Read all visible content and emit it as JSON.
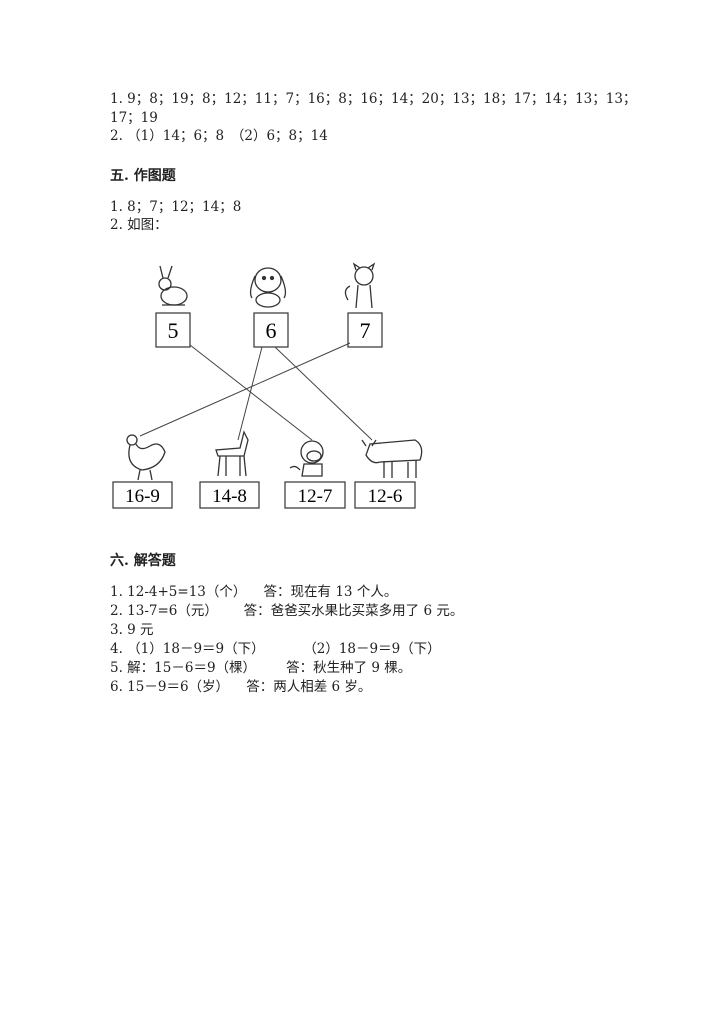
{
  "section4": {
    "lines": [
      "1. 9；8；19；8；12；11；7；16；8；16；14；20；13；18；17；14；13；13；",
      "17；19",
      "2. （1）14；6；8　（2）6；8；14"
    ]
  },
  "section5": {
    "heading": "五. 作图题",
    "lines": [
      "1. 8；7；12；14；8",
      "2. 如图："
    ],
    "diagram": {
      "top_boxes": [
        "5",
        "6",
        "7"
      ],
      "top_animals": [
        "rabbit",
        "dog",
        "cat"
      ],
      "bottom_boxes": [
        "16-9",
        "14-8",
        "12-7",
        "12-6"
      ],
      "bottom_animals": [
        "rooster",
        "horse",
        "monkey",
        "cow"
      ]
    }
  },
  "section6": {
    "heading": "六. 解答题",
    "lines": [
      "1. 12-4+5=13（个）    答：现在有 13 个人。",
      "2. 13-7=6（元）      答：爸爸买水果比买菜多用了 6 元。",
      "3. 9 元",
      "4. （1）18－9＝9（下）         （2）18－9＝9（下）",
      "5. 解：15－6＝9（棵）       答：秋生种了 9 棵。",
      "6. 15－9＝6（岁）    答：两人相差 6 岁。"
    ]
  }
}
